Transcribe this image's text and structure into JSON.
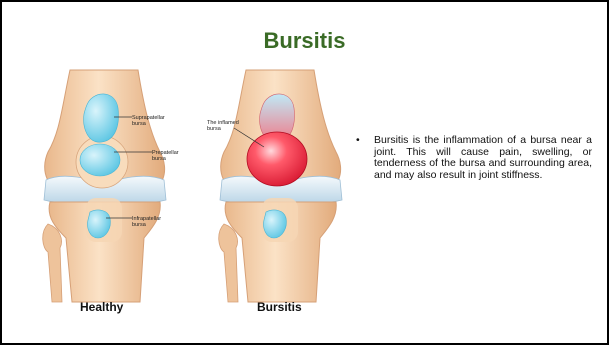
{
  "slide": {
    "title": "Bursitis",
    "bullet": "Bursitis is the inflammation of a bursa near a joint. This will cause pain, swelling, or tenderness of the bursa and surrounding area, and may also result in joint stiffness."
  },
  "figure": {
    "healthy": {
      "caption": "Healthy",
      "labels": {
        "suprapatellar": [
          "Suprapatellar",
          "bursa"
        ],
        "prepatellar": [
          "Prepatellar",
          "bursa"
        ],
        "infrapatellar": [
          "Infrapatellar",
          "bursa"
        ]
      }
    },
    "bursitis": {
      "caption": "Bursitis",
      "labels": {
        "inflamed": [
          "The inflamed",
          "bursa"
        ]
      }
    }
  },
  "colors": {
    "title": "#3a6b26",
    "bone": "#f2c9a0",
    "cartilage": "#dcebf5",
    "bursa": "#7fd3ea",
    "inflamed": "#e8243a"
  }
}
